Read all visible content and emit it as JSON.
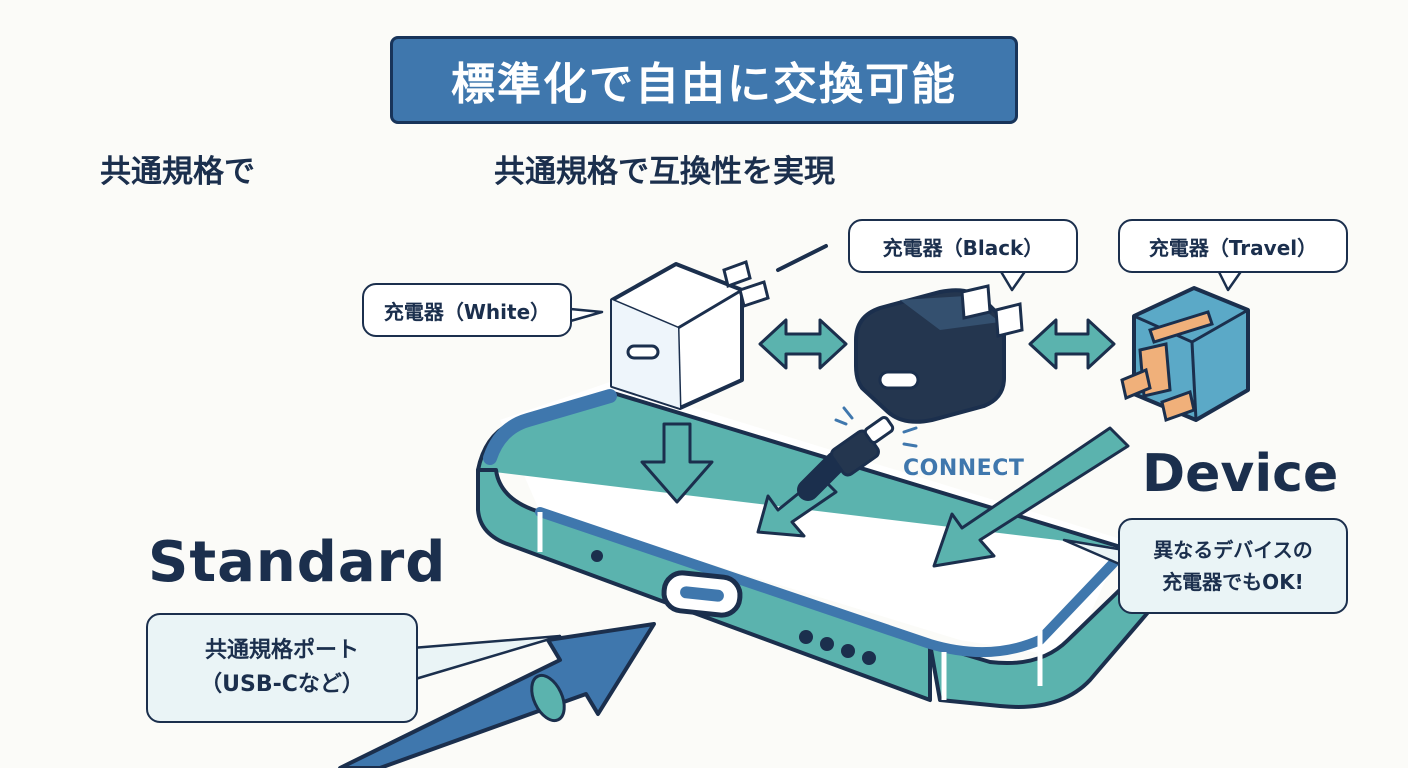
{
  "title": "標準化で自由に交換可能",
  "heading_left": "共通規格で",
  "heading_center": "共通規格で互換性を実現",
  "chargers": {
    "white_label": "充電器（White）",
    "black_label": "充電器（Black）",
    "travel_label": "充電器（Travel）"
  },
  "connect_label": "CONNECT",
  "standard_label": "Standard",
  "device_label": "Device",
  "port_bubble": {
    "line1": "共通規格ポート",
    "line2": "（USB-Cなど）"
  },
  "ok_bubble": {
    "line1": "異なるデバイスの",
    "line2": "充電器でもOK!"
  },
  "colors": {
    "navy": "#1b2f4d",
    "blue": "#3f77ad",
    "teal": "#5bb3ae",
    "light_teal": "#eaf4f6",
    "charger_black": "#24364f",
    "charger_white": "#ffffff",
    "copper": "#f0b07a"
  }
}
